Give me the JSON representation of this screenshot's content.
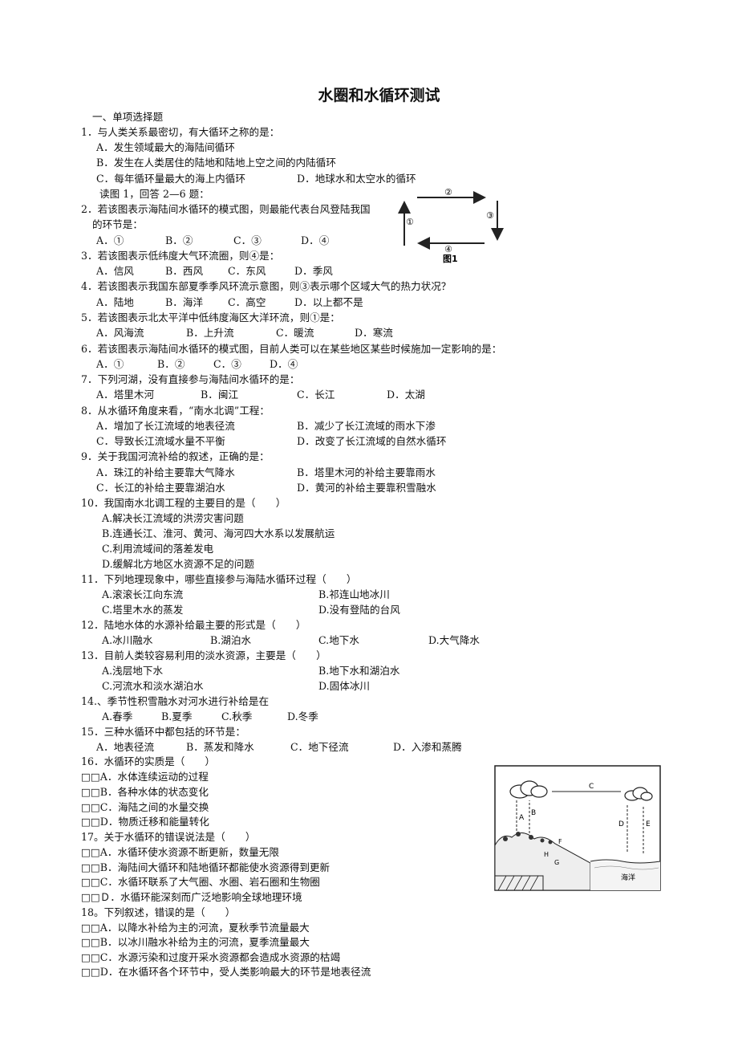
{
  "title": "水圈和水循环测试",
  "lines": [
    {
      "t": "一、单项选择题"
    },
    {
      "t": "1．与人类关系最密切，有大循环之称的是："
    },
    {
      "t": "A．发生领域最大的海陆间循环"
    },
    {
      "t": "B．发生在人类居住的陆地和陆地上空之间的内陆循环"
    },
    {
      "cols": [
        "C．每年循环量最大的海上内循环",
        "D．地球水和太空水的循环"
      ]
    },
    {
      "t": "读图 1，回答 2—6 题："
    },
    {
      "t": "2．若该图表示海陆间水循环的模式图，则最能代表台风登陆我国"
    },
    {
      "t": "的环节是："
    },
    {
      "cols": [
        "A．①",
        "B．②",
        "C．③",
        "D．④"
      ]
    },
    {
      "t": "3．若该图表示低纬度大气环流圈，则④是："
    },
    {
      "cols": [
        "A．信风",
        "B．西风",
        "C．东风",
        "D．季风"
      ]
    },
    {
      "t": "4．若该图表示我国东部夏季季风环流示意图，则③表示哪个区域大气的热力状况？"
    },
    {
      "cols": [
        "A．陆地",
        "B．海洋",
        "C．高空",
        "D．以上都不是"
      ]
    },
    {
      "t": "5．若该图表示北太平洋中低纬度海区大洋环流，则①是："
    },
    {
      "cols": [
        "A．风海流",
        "B．上升流",
        "C．暖流",
        "D．寒流"
      ]
    },
    {
      "t": "6．若该图表示海陆间水循环的模式图，目前人类可以在某些地区某些时候施加一定影响的是："
    },
    {
      "cols": [
        "A．①",
        "B．②",
        "C．③",
        "D．④"
      ]
    },
    {
      "t": "7．下列河湖，没有直接参与海陆间水循环的是："
    },
    {
      "cols": [
        "A．塔里木河",
        "B．闽江",
        "C．长江",
        "D．太湖"
      ]
    },
    {
      "t": "8．从水循环角度来看，“南水北调”工程："
    },
    {
      "cols": [
        "A．增加了长江流域的地表径流",
        "B．减少了长江流域的雨水下渗"
      ]
    },
    {
      "cols": [
        "C．导致长江流域水量不平衡",
        "D．改变了长江流域的自然水循环"
      ]
    },
    {
      "t": "9．关于我国河流补给的叙述，正确的是："
    },
    {
      "cols": [
        "A．珠江的补给主要靠大气降水",
        "B．塔里木河的补给主要靠雨水"
      ]
    },
    {
      "cols": [
        "C．长江的补给主要靠湖泊水",
        "D．黄河的补给主要靠积雪融水"
      ]
    },
    {
      "t": "10．我国南水北调工程的主要目的是（　　）"
    },
    {
      "t": "A.解决长江流域的洪涝灾害问题"
    },
    {
      "t": "B.连通长江、淮河、黄河、海河四大水系以发展航运"
    },
    {
      "t": "C.利用流域间的落差发电"
    },
    {
      "t": "D.缓解北方地区水资源不足的问题"
    },
    {
      "t": "11．下列地理现象中，哪些直接参与海陆水循环过程（　　）"
    },
    {
      "cols": [
        "A.滚滚长江向东流",
        "B.祁连山地冰川"
      ]
    },
    {
      "cols": [
        "C.塔里木水的蒸发",
        "D.没有登陆的台风"
      ]
    },
    {
      "t": "12．陆地水体的水源补给最主要的形式是（　　）"
    },
    {
      "cols": [
        "A.冰川融水",
        "B.湖泊水",
        "C.地下水",
        "D.大气降水"
      ]
    },
    {
      "t": "13．目前人类较容易利用的淡水资源，主要是（　　）"
    },
    {
      "cols": [
        "A.浅层地下水",
        "B.地下水和湖泊水"
      ]
    },
    {
      "cols": [
        "C.河流水和淡水湖泊水",
        "D.固体冰川"
      ]
    },
    {
      "t": "14.、季节性积雪融水对河水进行补给是在"
    },
    {
      "cols": [
        "A.春季",
        "B.夏季",
        "C.秋季",
        "D.冬季"
      ]
    },
    {
      "t": "15．三种水循环中都包括的环节是："
    },
    {
      "cols": [
        "A．地表径流",
        "B．蒸发和降水",
        "C．地下径流",
        "D．入渗和蒸腾"
      ]
    },
    {
      "t": "16．水循环的实质是（　　）"
    },
    {
      "t": "□□A．水体连续运动的过程"
    },
    {
      "t": "□□B．各种水体的状态变化"
    },
    {
      "t": "□□C．海陆之间的水量交换"
    },
    {
      "t": "□□D．物质迁移和能量转化"
    },
    {
      "t": "17。关于水循环的错误说法是（　　）"
    },
    {
      "t": "□□A．水循环使水资源不断更新，数量无限"
    },
    {
      "t": "□□B．海陆间大循环和陆地循环都能使水资源得到更新"
    },
    {
      "t": "□□C．水循环联系了大气圈、水圈、岩石圈和生物圈"
    },
    {
      "t": "□□Ｄ．水循环能深刻而广泛地影响全球地理环境"
    },
    {
      "t": "18。下列叙述，错误的是（　　）"
    },
    {
      "t": "□□A．以降水补给为主的河流，夏秋季节流量最大"
    },
    {
      "t": "□□B．以冰川融水补给为主的河流，夏季流量最大"
    },
    {
      "t": "□□C．水源污染和过度开采水资源都会造成水资源的枯竭"
    },
    {
      "t": "□□D．在水循环各个环节中，受人类影响最大的环节是地表径流"
    }
  ],
  "figure1": {
    "label_1": "①",
    "label_2": "②",
    "label_3": "③",
    "label_4": "④",
    "caption": "图1"
  },
  "figure2": {
    "A": "A",
    "B": "B",
    "C": "C",
    "D": "D",
    "E": "E",
    "F": "F",
    "G": "G",
    "H": "H",
    "sea": "海洋"
  }
}
